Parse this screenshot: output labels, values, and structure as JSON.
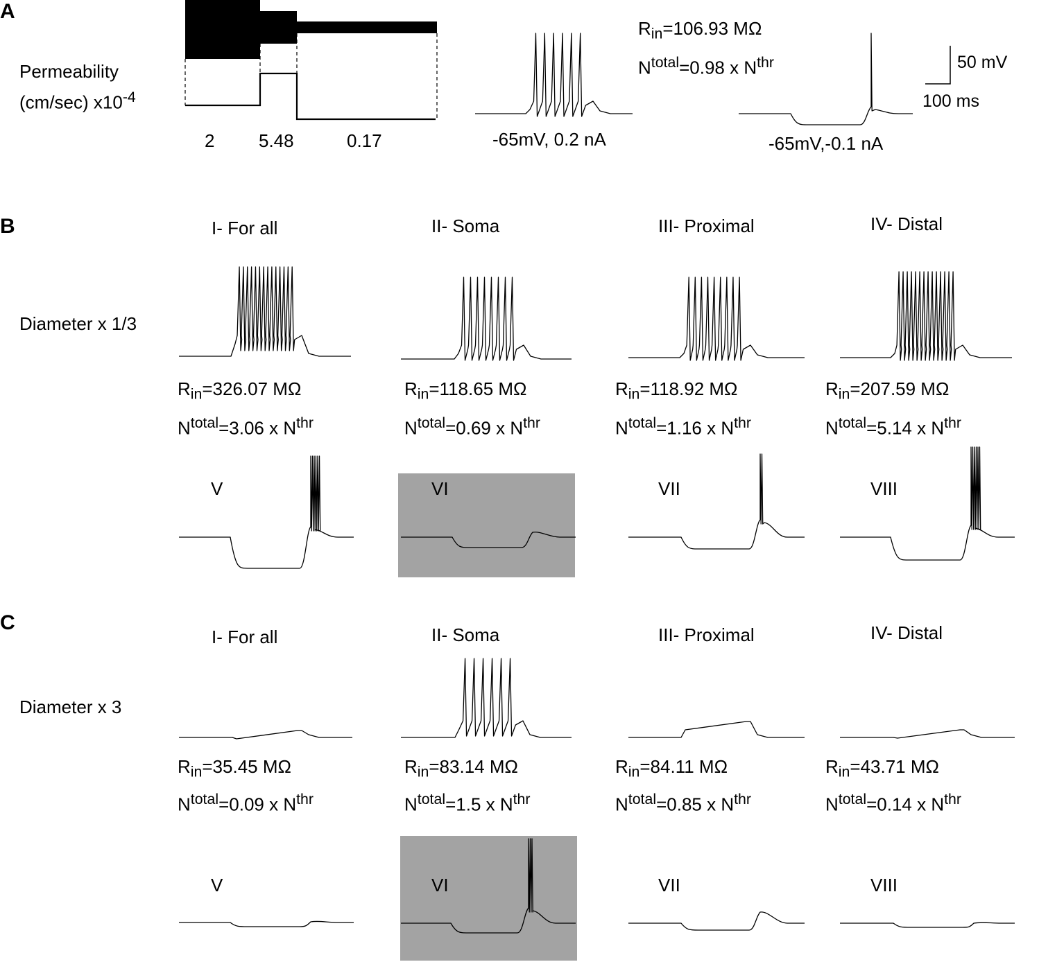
{
  "panel_labels": {
    "a": "A",
    "b": "B",
    "c": "C"
  },
  "panelA": {
    "permeability_line1": "Permeability",
    "permeability_line2": "(cm/sec) x10",
    "permeability_exp": "-4",
    "segment_values": [
      "2",
      "5.48",
      "0.17"
    ],
    "rin_value": "=106.93 MΩ",
    "ntotal_value": "=0.98 x N",
    "trace1_label": "-65mV, 0.2 nA",
    "trace2_label": "-65mV,-0.1 nA",
    "scale_mv": "50 mV",
    "scale_ms": "100 ms"
  },
  "sym": {
    "R": "R",
    "in": "in",
    "N": "N",
    "total": "total",
    "thr": "thr"
  },
  "panelB": {
    "row_label": "Diameter x 1/3",
    "columns": [
      "I-  For all",
      "II-  Soma",
      "III-  Proximal",
      "IV-  Distal"
    ],
    "rin": [
      "=326.07 MΩ",
      "=118.65 MΩ",
      "=118.92 MΩ",
      "=207.59 MΩ"
    ],
    "ntotal": [
      "=3.06 x N",
      "=0.69 x N",
      "=1.16 x N",
      "=5.14 x N"
    ],
    "lower_labels": [
      "V",
      "VI",
      "VII",
      "VIII"
    ]
  },
  "panelC": {
    "row_label": "Diameter x 3",
    "columns": [
      "I-  For all",
      "II-  Soma",
      "III-  Proximal",
      "IV-  Distal"
    ],
    "rin": [
      "=35.45 MΩ",
      "=83.14 MΩ",
      "=84.11 MΩ",
      "=43.71 MΩ"
    ],
    "ntotal": [
      "=0.09 x N",
      "=1.5 x N",
      "=0.85 x N",
      "=0.14 x N"
    ],
    "lower_labels": [
      "V",
      "VI",
      "VII",
      "VIII"
    ]
  },
  "colors": {
    "highlight_box": "#a3a3a3",
    "trace": "#000000"
  }
}
